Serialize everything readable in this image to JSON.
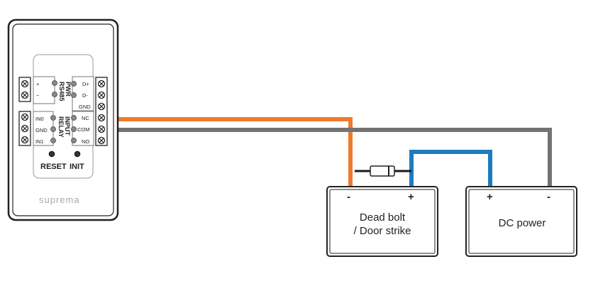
{
  "device": {
    "brand": "suprema",
    "buttons": {
      "reset": "RESET",
      "init": "INIT"
    },
    "left_top_signs": [
      "+",
      "−"
    ],
    "pwr": "PWR",
    "rs485": "RS485",
    "rs485_pins": [
      "D+",
      "D-",
      "GND"
    ],
    "input": "INPUT",
    "input_pins": [
      "IN0",
      "GND",
      "IN1"
    ],
    "relay": "RELAY",
    "relay_pins": [
      "NC",
      "COM",
      "NO"
    ]
  },
  "deadbolt": {
    "label_line1": "Dead bolt",
    "label_line2": "/ Door strike",
    "neg": "-",
    "pos": "+"
  },
  "dcpower": {
    "label": "DC power",
    "pos": "+",
    "neg": "-"
  },
  "colors": {
    "orange_wire": "#ee7b2e",
    "gray_wire": "#737373",
    "blue_wire": "#1f7bbf",
    "black_wire": "#1a1a1a",
    "outline": "#222222",
    "brand_gray": "#a7a9ac"
  }
}
